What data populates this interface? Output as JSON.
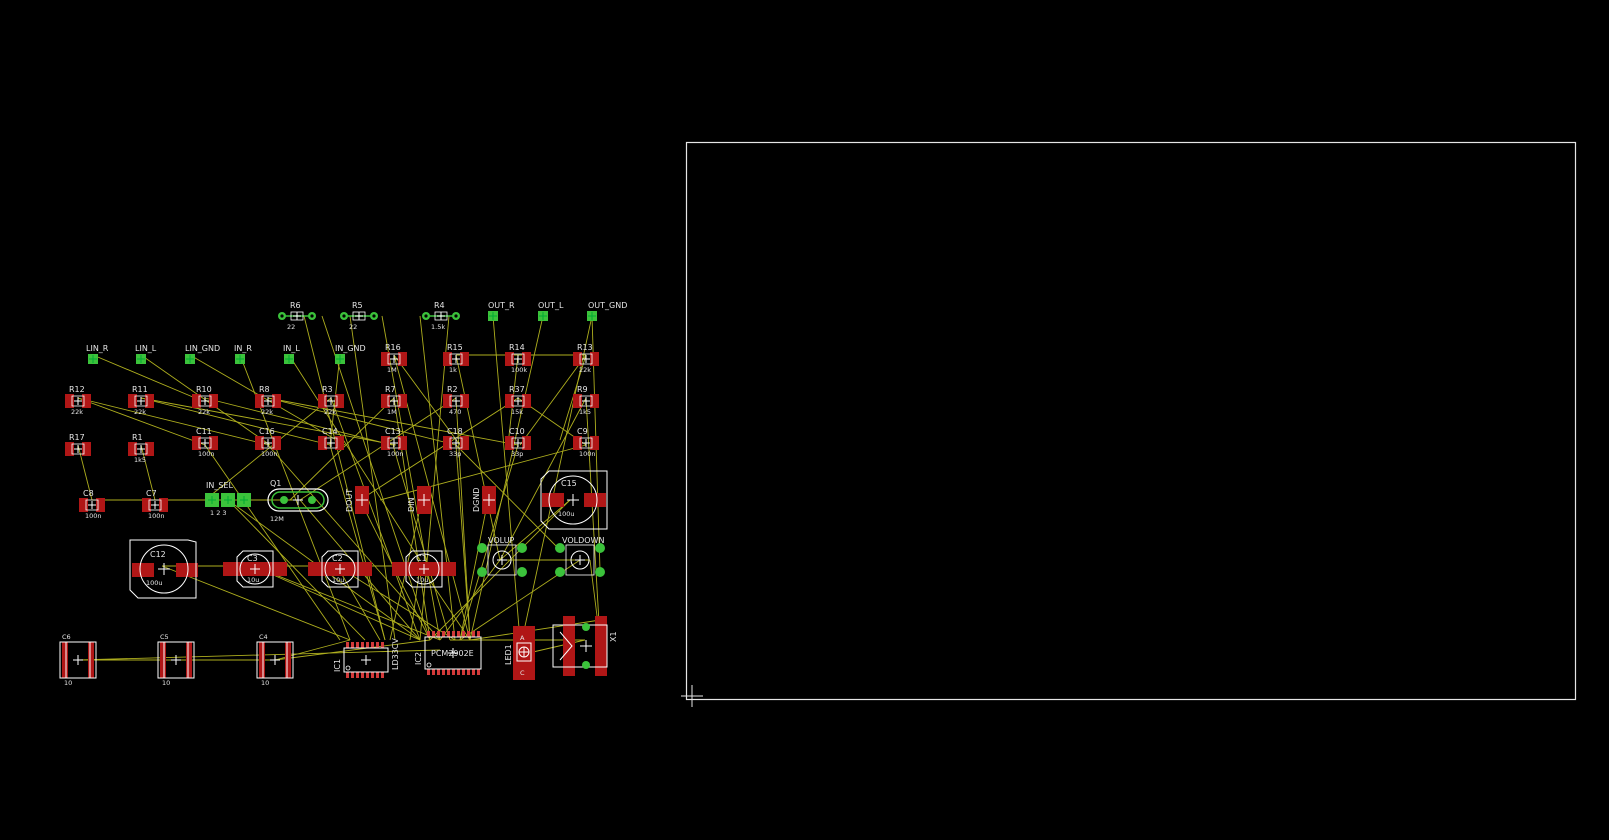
{
  "editor": {
    "view": "board",
    "colors": {
      "background": "#000000",
      "pad": "#b01616",
      "pad_light": "#d23a3a",
      "via_pad": "#3bc23b",
      "airwire": "#b8b820",
      "silkscreen": "#e6e6e6",
      "outline": "#e6e6e6"
    }
  },
  "board": {
    "parts": {
      "R6": [
        "R6",
        "22"
      ],
      "R5": [
        "R5",
        "22"
      ],
      "R4": [
        "R4",
        "1.5k"
      ],
      "OUT_R": [
        "OUT_R"
      ],
      "OUT_L": [
        "OUT_L"
      ],
      "OUT_GND": [
        "OUT_GND"
      ],
      "LIN_R": [
        "LIN_R"
      ],
      "LIN_L": [
        "LIN_L"
      ],
      "LIN_GND": [
        "LIN_GND"
      ],
      "IN_R": [
        "IN_R"
      ],
      "IN_L": [
        "IN_L"
      ],
      "IN_GND": [
        "IN_GND"
      ],
      "R16": [
        "R16",
        "1M"
      ],
      "R15": [
        "R15",
        "1k"
      ],
      "R14": [
        "R14",
        "100k"
      ],
      "R13": [
        "R13",
        "22k"
      ],
      "R12": [
        "R12",
        "22k"
      ],
      "R11": [
        "R11",
        "22k"
      ],
      "R10": [
        "R10",
        "22k"
      ],
      "R8": [
        "R8",
        "22k"
      ],
      "R3": [
        "R3",
        "22k"
      ],
      "R7": [
        "R7",
        "1M"
      ],
      "R2": [
        "R2",
        "470"
      ],
      "R37": [
        "R37",
        "15k"
      ],
      "R9": [
        "R9",
        "1k5"
      ],
      "R17": [
        "R17",
        ""
      ],
      "R1": [
        "R1",
        "1k5"
      ],
      "C11": [
        "C11",
        "100n"
      ],
      "C16": [
        "C16",
        "100n"
      ],
      "C14": [
        "C14",
        ""
      ],
      "C13": [
        "C13",
        "100n"
      ],
      "C18": [
        "C18",
        "33p"
      ],
      "C10": [
        "C10",
        "33p"
      ],
      "C9": [
        "C9",
        "100n"
      ],
      "C8": [
        "C8",
        "100n"
      ],
      "C7": [
        "C7",
        "100n"
      ],
      "INSEL": [
        "IN_SEL",
        "1   2   3"
      ],
      "Q1": [
        "Q1",
        "12M"
      ],
      "DOUT": [
        "DOUT"
      ],
      "DIN": [
        "DIN"
      ],
      "DGND": [
        "DGND"
      ],
      "C15": [
        "C15",
        "100u"
      ],
      "C12": [
        "C12",
        "100u"
      ],
      "C3": [
        "C3",
        "10u"
      ],
      "C2": [
        "C2",
        "10u"
      ],
      "C1": [
        "C1",
        "10u"
      ],
      "VOLUP": [
        "VOLUP"
      ],
      "VOLDOWN": [
        "VOLDOWN"
      ],
      "C6": [
        "C6",
        "10"
      ],
      "C5": [
        "C5",
        "10"
      ],
      "C4": [
        "C4",
        "10"
      ],
      "IC1": [
        "IC1",
        "LD33CV"
      ],
      "IC2": [
        "IC2",
        "PCM2902E"
      ],
      "LED1": [
        "LED1",
        "A",
        "C"
      ],
      "X1": [
        "X1"
      ]
    }
  }
}
